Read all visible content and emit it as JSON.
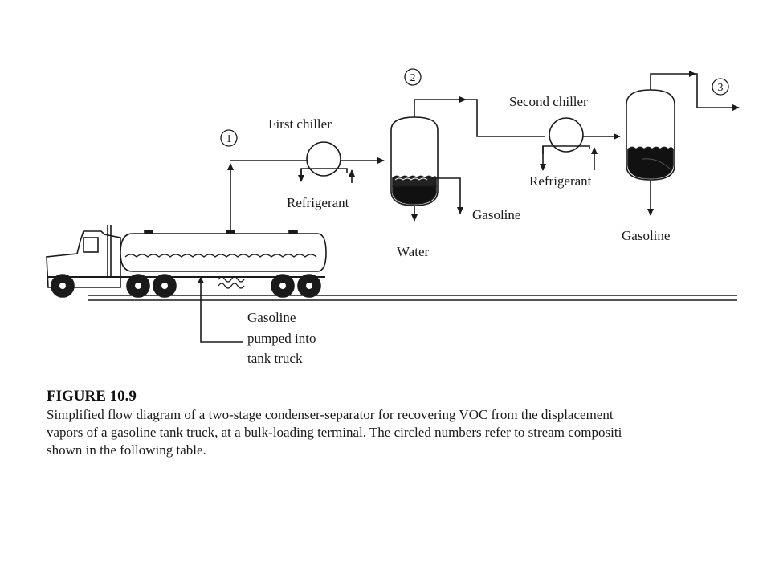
{
  "diagram": {
    "labels": {
      "first_chiller": "First chiller",
      "second_chiller": "Second chiller",
      "refrigerant_1": "Refrigerant",
      "refrigerant_2": "Refrigerant",
      "gasoline_1": "Gasoline",
      "gasoline_2": "Gasoline",
      "water": "Water",
      "pumped_line1": "Gasoline",
      "pumped_line2": "pumped into",
      "pumped_line3": "tank truck"
    },
    "stream_numbers": [
      "1",
      "2",
      "3"
    ]
  },
  "caption": {
    "title": "FIGURE 10.9",
    "lines": [
      "Simplified flow diagram of a two-stage condenser-separator for recovering VOC from the displacement",
      "vapors of a gasoline tank truck, at a bulk-loading terminal. The circled numbers refer to stream compositi",
      "shown in the following table."
    ]
  }
}
